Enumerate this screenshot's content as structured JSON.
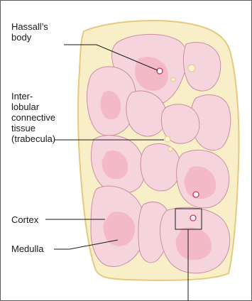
{
  "labels": {
    "hassalls_body": "Hassall’s\nbody",
    "interlobular": "Inter-\nlobular\nconnective\ntissue\n(trabecula)",
    "cortex": "Cortex",
    "medulla": "Medulla"
  },
  "colors": {
    "capsule_fill": "#f8efc8",
    "capsule_stroke": "#e6c87e",
    "lobule_fill": "#f6d4de",
    "lobule_stroke": "#c98fa0",
    "medulla_fill": "#f3b9c6",
    "leader_line": "#1a1a1a",
    "hassall_marker": "#d4305a"
  }
}
